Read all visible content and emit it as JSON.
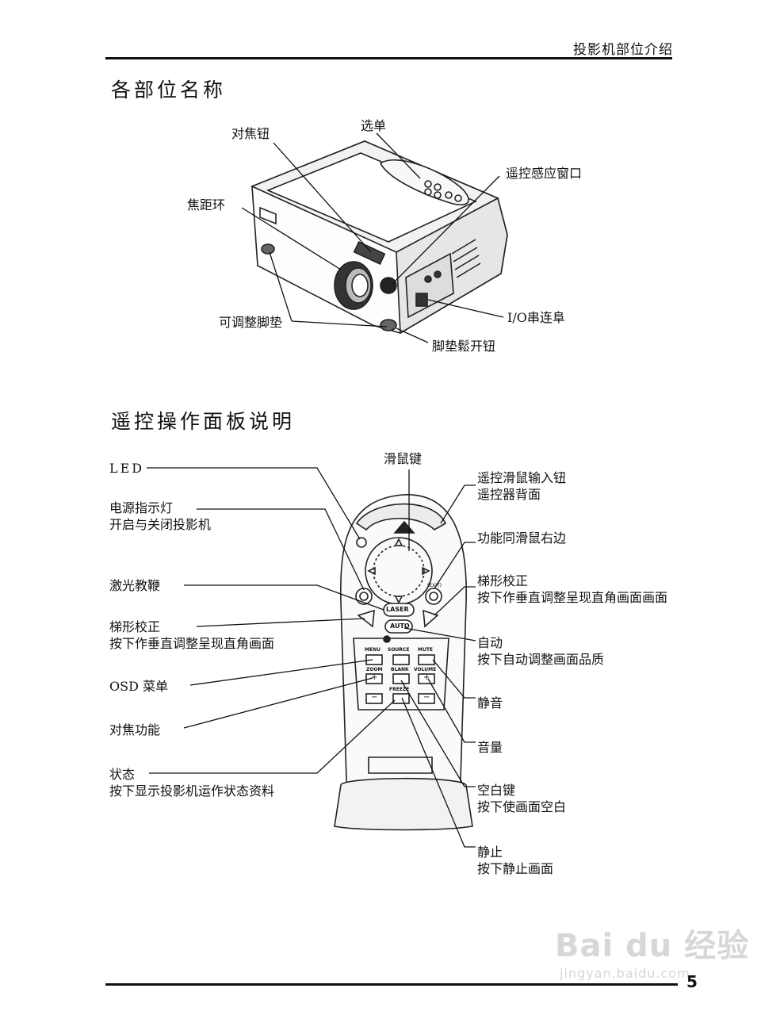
{
  "header": {
    "title": "投影机部位介绍"
  },
  "section1": {
    "title": "各部位名称",
    "labels": {
      "focus_knob": "对焦钮",
      "menu": "选单",
      "ir_window": "遥控感应窗口",
      "zoom_ring": "焦距环",
      "io_port": "I/O串连阜",
      "adjust_foot": "可调整脚垫",
      "foot_release": "脚垫鬆开钮"
    }
  },
  "section2": {
    "title": "遥控操作面板说明",
    "labels": {
      "led": "LED",
      "power_1": "电源指示灯",
      "power_2": "开启与关闭投影机",
      "laser": "激光教鞭",
      "keystone_left_1": "梯形校正",
      "keystone_left_2": "按下作垂直调整呈现直角画面",
      "osd": "OSD  菜单",
      "focus_func": "对焦功能",
      "status_1": "状态",
      "status_2": "按下显示投影机运作状态资料",
      "mouse_key": "滑鼠键",
      "mouse_input_1": "遥控滑鼠输入钮",
      "mouse_input_2": "遥控器背面",
      "right_click": "功能同滑鼠右边",
      "keystone_right_1": "梯形校正",
      "keystone_right_2": "按下作垂直调整呈现直角画面画面",
      "auto_1": "自动",
      "auto_2": "按下自动调整画面品质",
      "mute": "静音",
      "volume": "音量",
      "blank_1": "空白键",
      "blank_2": "按下使画面空白",
      "freeze_1": "静止",
      "freeze_2": "按下静止画面"
    },
    "remote_buttons": {
      "laser": "LASER",
      "auto": "AUTO",
      "menu": "MENU",
      "source": "SOURCE",
      "mute": "MUTE",
      "zoom": "ZOOM",
      "blank": "BLANK",
      "volume": "VOLUME",
      "freeze": "FREEZE",
      "exit": "(EXIT)",
      "plus": "+",
      "minus": "−"
    }
  },
  "footer": {
    "page_number": "5"
  },
  "watermark": {
    "brand": "Bai du 经验",
    "url": "jingyan.baidu.com"
  }
}
